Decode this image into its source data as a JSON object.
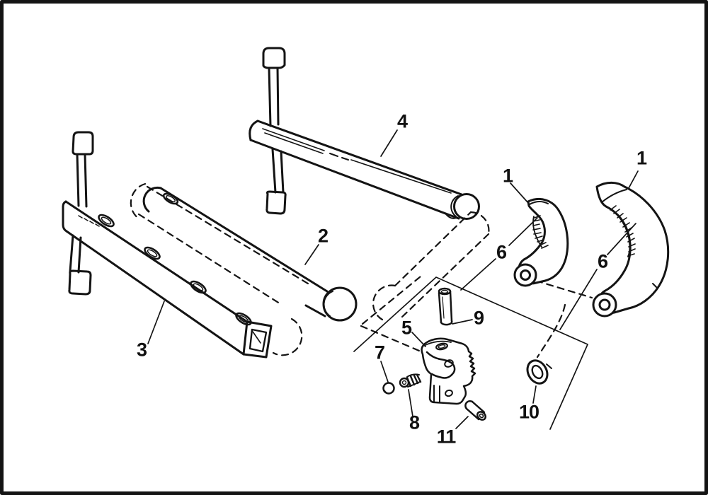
{
  "figure": {
    "colors": {
      "background": "#ffffff",
      "ink": "#141414"
    },
    "callouts": [
      {
        "label": "4"
      },
      {
        "label": "2"
      },
      {
        "label": "3"
      },
      {
        "label": "1"
      },
      {
        "label": "1"
      },
      {
        "label": "6"
      },
      {
        "label": "6"
      },
      {
        "label": "5"
      },
      {
        "label": "9"
      },
      {
        "label": "7"
      },
      {
        "label": "8"
      },
      {
        "label": "10"
      },
      {
        "label": "11"
      }
    ]
  }
}
